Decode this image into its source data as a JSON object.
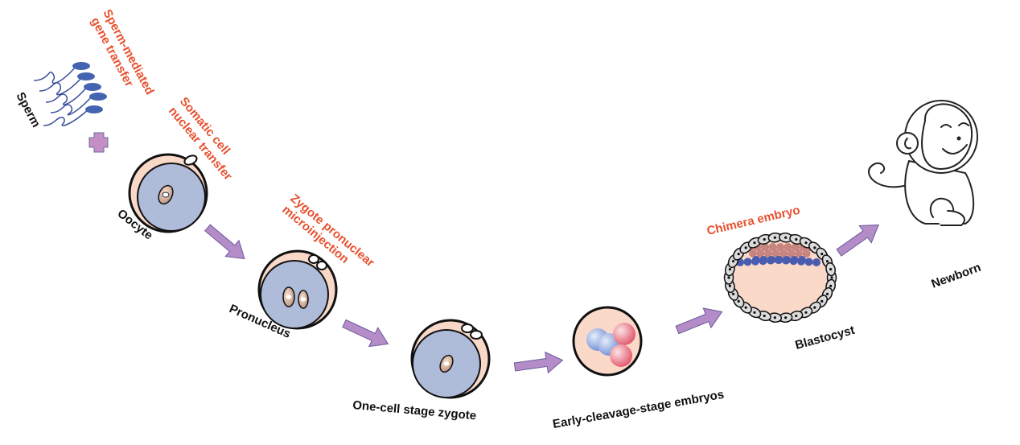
{
  "colors": {
    "method_label": "#e8502e",
    "stage_label": "#111111",
    "arrow": "#b48cc8",
    "cytoplasm": "#aebbd9",
    "zona": "#f9d8c8",
    "sperm": "#4463b0"
  },
  "methods": {
    "sperm_mediated": [
      "Sperm-mediated",
      "gene transfer"
    ],
    "somatic_cell": [
      "Somatic cell",
      "nuclear transfer"
    ],
    "zygote_microinjection": [
      "Zygote pronuclear",
      "microinjection"
    ],
    "chimera": "Chimera embryo"
  },
  "stages": {
    "sperm": "Sperm",
    "oocyte": "Oocyte",
    "pronucleus": "Pronucleus",
    "zygote": "One-cell stage zygote",
    "cleavage": "Early-cleavage-stage embryos",
    "blastocyst": "Blastocyst",
    "newborn": "Newborn"
  },
  "icons": [
    "sperm-icon",
    "plus-icon",
    "oocyte-icon",
    "pronucleus-icon",
    "zygote-icon",
    "cleavage-embryo-icon",
    "blastocyst-icon",
    "monkey-icon",
    "arrow-right-icon"
  ]
}
